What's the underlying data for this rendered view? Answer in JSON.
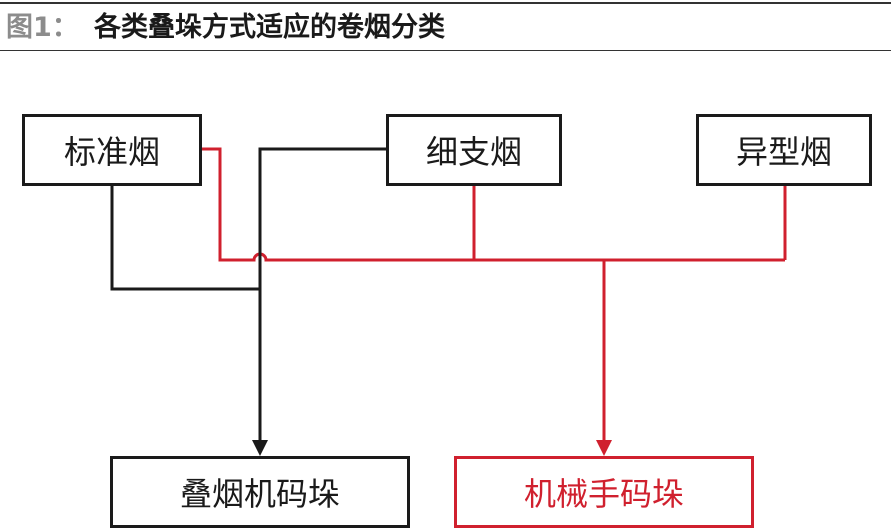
{
  "header": {
    "figure_label": "图1：",
    "title": "各类叠垛方式适应的卷烟分类"
  },
  "nodes": {
    "standard": "标准烟",
    "slim": "细支烟",
    "special": "异型烟",
    "stacker": "叠烟机码垛",
    "robot": "机械手码垛"
  },
  "colors": {
    "black_line": "#1a1a1a",
    "red_line": "#d0202e",
    "label_gray": "#8c8c8c"
  }
}
